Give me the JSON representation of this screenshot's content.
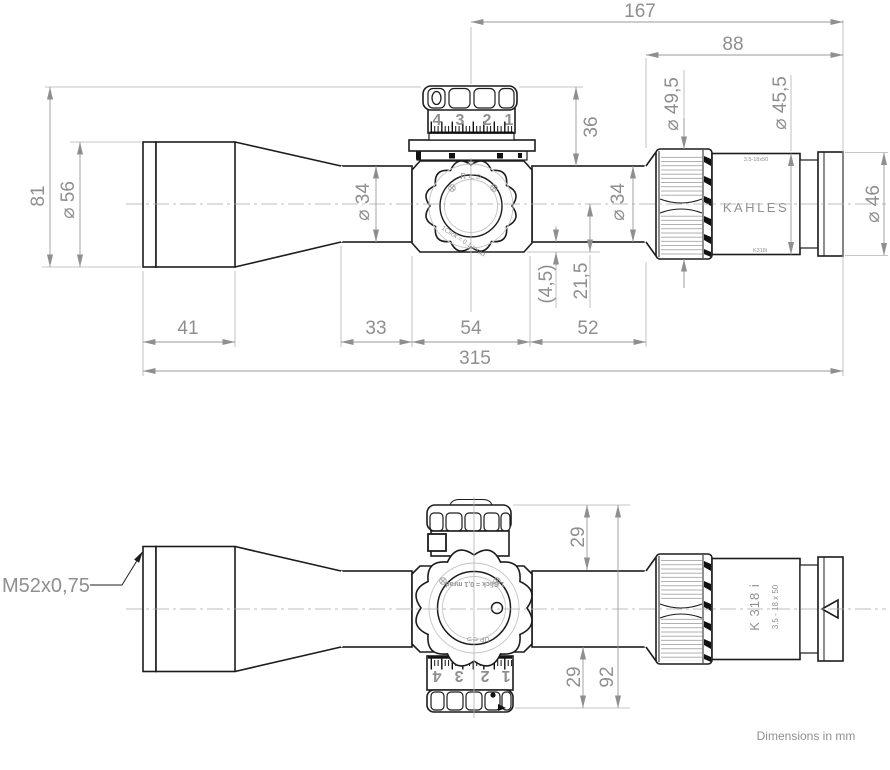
{
  "note": "Dimensions in mm",
  "scope": {
    "brand": "KAHLES",
    "model": "K 318 i",
    "magnification": "3.5 - 18 x 50",
    "thread": "M52x0,75",
    "elevation_scale": [
      "4",
      "3",
      "2",
      "1"
    ],
    "windage_scale": [
      "4",
      "3",
      "2",
      "1"
    ],
    "rotation_label": "R ⊂⊃",
    "click_label_side": "1Click = 0,1 mrad",
    "click_label_plan": "1 Click = 0,1 mrad",
    "up_label": "UP ⊂⊃",
    "eyepiece_print_top": "3.5-18x50",
    "eyepiece_print_bottom": "K318i"
  },
  "dims": {
    "total_height": "81",
    "objective_dia": "⌀ 56",
    "tube_dia_front": "⌀ 34",
    "tube_dia_rear": "⌀ 34",
    "turret_height": "36",
    "zoom_ring_dia": "⌀ 49,5",
    "eyepiece_dia": "⌀ 45,5",
    "eye_ring_dia": "⌀ 46",
    "turret_to_eye": "167",
    "eyepiece_len": "88",
    "objective_len": "41",
    "front_tube_len": "33",
    "saddle_len": "54",
    "rear_tube_len": "52",
    "total_len": "315",
    "saddle_lip": "(4,5)",
    "center_to_saddle_bottom": "21,5",
    "turret_ext_top": "29",
    "turret_ext_bottom": "29",
    "turret_span": "92"
  }
}
